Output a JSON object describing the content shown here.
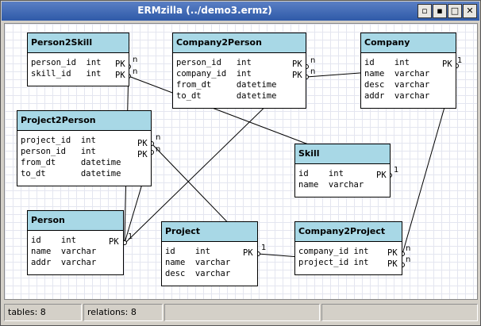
{
  "window": {
    "title": "ERMzilla  (../demo3.ermz)"
  },
  "titlebar_buttons": [
    "▫",
    "▪",
    "□",
    "✕"
  ],
  "tables": [
    {
      "name": "Person2Skill",
      "columns": [
        "person_id  int",
        "skill_id   int"
      ],
      "pk": [
        "PK",
        "PK"
      ]
    },
    {
      "name": "Company2Person",
      "columns": [
        "person_id   int",
        "company_id  int",
        "from_dt     datetime",
        "to_dt       datetime"
      ],
      "pk": [
        "PK",
        "PK",
        "",
        ""
      ]
    },
    {
      "name": "Company",
      "columns": [
        "id    int",
        "name  varchar",
        "desc  varchar",
        "addr  varchar"
      ],
      "pk": [
        "PK",
        "",
        "",
        ""
      ]
    },
    {
      "name": "Project2Person",
      "columns": [
        "project_id  int",
        "person_id   int",
        "from_dt     datetime",
        "to_dt       datetime"
      ],
      "pk": [
        "PK",
        "PK",
        "",
        ""
      ]
    },
    {
      "name": "Skill",
      "columns": [
        "id    int",
        "name  varchar"
      ],
      "pk": [
        "PK",
        ""
      ]
    },
    {
      "name": "Person",
      "columns": [
        "id    int",
        "name  varchar",
        "addr  varchar"
      ],
      "pk": [
        "PK",
        "",
        ""
      ]
    },
    {
      "name": "Project",
      "columns": [
        "id    int",
        "name  varchar",
        "desc  varchar"
      ],
      "pk": [
        "PK",
        "",
        ""
      ]
    },
    {
      "name": "Company2Project",
      "columns": [
        "company_id int",
        "project_id int"
      ],
      "pk": [
        "PK",
        "PK"
      ]
    }
  ],
  "cardinality": {
    "one": "1",
    "many": "n"
  },
  "status": {
    "tables": "tables: 8",
    "relations": "relations: 8"
  }
}
